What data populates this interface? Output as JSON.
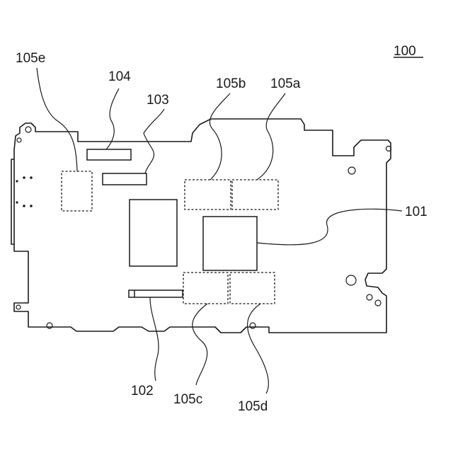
{
  "figure": {
    "figure_label": "100",
    "labels": {
      "chip_101": "101",
      "connector_102": "102",
      "connector_103": "103",
      "connector_104": "104",
      "region_105a": "105a",
      "region_105b": "105b",
      "region_105c": "105c",
      "region_105d": "105d",
      "region_105e": "105e"
    }
  }
}
